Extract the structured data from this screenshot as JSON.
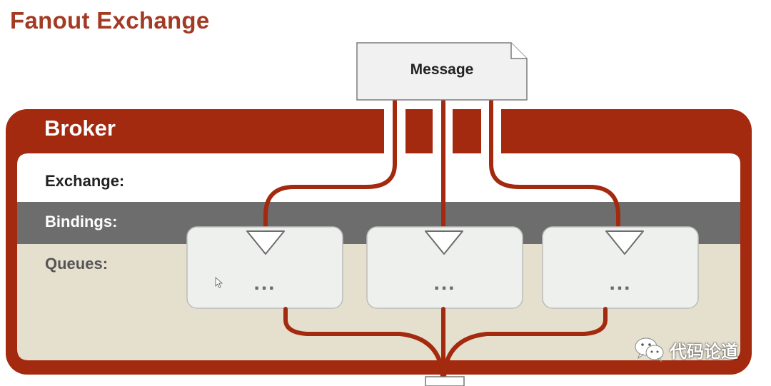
{
  "title": "Fanout Exchange",
  "message": {
    "label": "Message"
  },
  "broker": {
    "label": "Broker",
    "rows": {
      "exchange": "Exchange:",
      "bindings": "Bindings:",
      "queues": "Queues:"
    }
  },
  "queues": [
    {
      "label": "..."
    },
    {
      "label": "..."
    },
    {
      "label": "..."
    }
  ],
  "watermark": {
    "text": "代码论道",
    "icon": "wechat-icon"
  },
  "colors": {
    "accent": "#a3290f",
    "title": "#a33a22",
    "bindings_band": "#6d6d6d",
    "queues_band": "#e5dfcd",
    "queue_box": "#eef0ee"
  }
}
